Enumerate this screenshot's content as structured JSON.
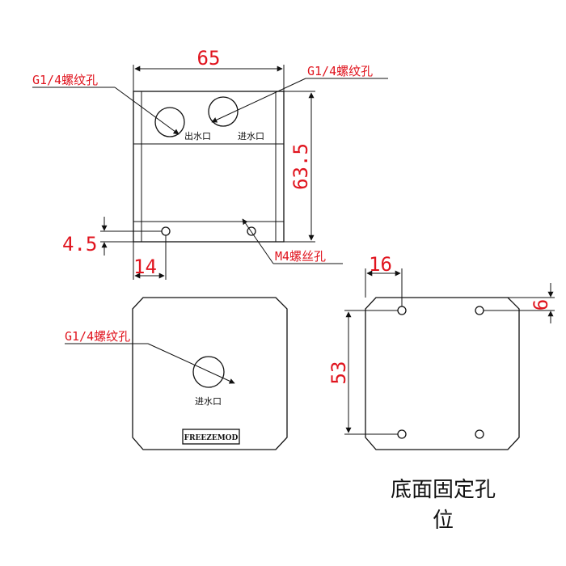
{
  "top_view": {
    "dim_width": "65",
    "dim_height": "63.5",
    "dim_offset_y": "4.5",
    "dim_offset_x": "14",
    "callout_left": "G1/4螺纹孔",
    "callout_right": "G1/4螺纹孔",
    "callout_m4": "M4螺丝孔",
    "label_outlet": "出水口",
    "label_inlet": "进水口"
  },
  "front_view": {
    "callout": "G1/4螺纹孔",
    "label_inlet": "进水口",
    "brand": "FREEZEMOD"
  },
  "bottom_view": {
    "dim_hole_x": "16",
    "dim_hole_y": "6",
    "dim_spacing": "53",
    "caption_line1": "底面固定孔",
    "caption_line2": "位"
  },
  "colors": {
    "dimension": "#e0141e",
    "outline": "#111111"
  }
}
